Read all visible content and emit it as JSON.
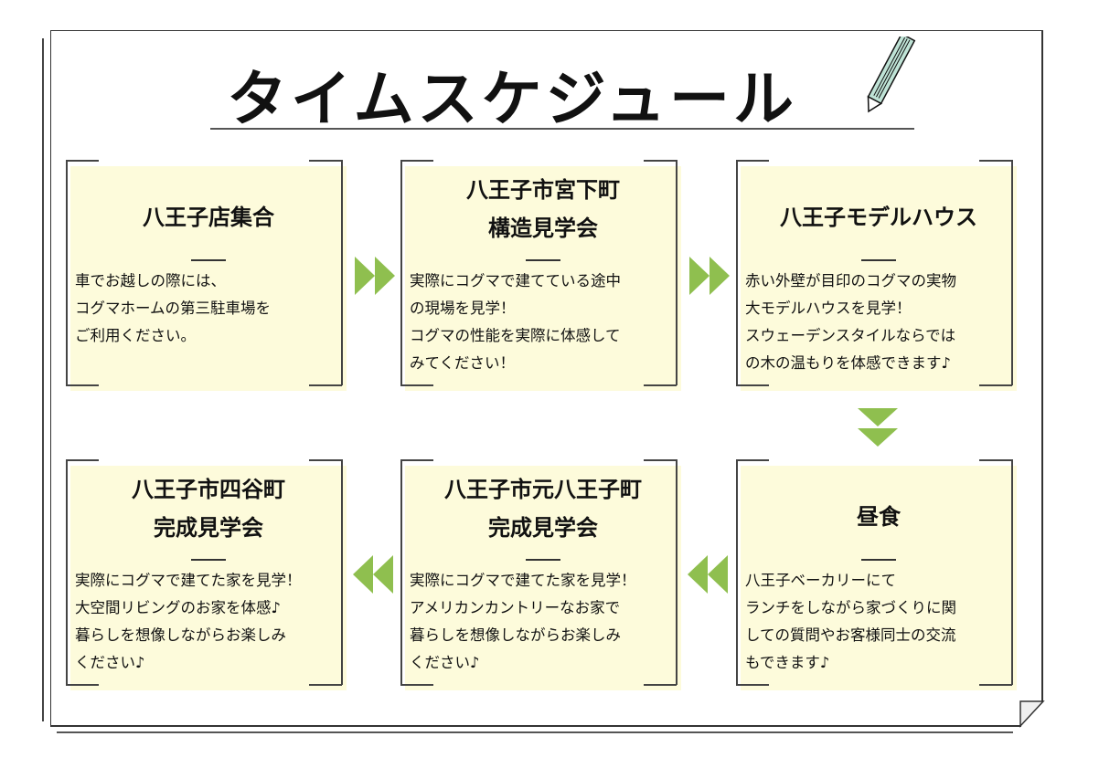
{
  "title": "タイムスケジュール",
  "colors": {
    "card": "#fdfbdb",
    "arrow": "#8fbf4f",
    "pencil": "#bfe3d6"
  },
  "steps": [
    {
      "heading": [
        "八王子店集合"
      ],
      "body": "車でお越しの際には、\nコグマホームの第三駐車場を\nご利用ください。"
    },
    {
      "heading": [
        "八王子市宮下町",
        "構造見学会"
      ],
      "body": "実際にコグマで建てている途中\nの現場を見学！\nコグマの性能を実際に体感して\nみてください！"
    },
    {
      "heading": [
        "八王子モデルハウス"
      ],
      "body": "赤い外壁が目印のコグマの実物\n大モデルハウスを見学！\nスウェーデンスタイルならでは\nの木の温もりを体感できます♪"
    },
    {
      "heading": [
        "昼食"
      ],
      "body": "八王子ベーカリーにて\nランチをしながら家づくりに関\nしての質問やお客様同士の交流\nもできます♪"
    },
    {
      "heading": [
        "八王子市元八王子町",
        "完成見学会"
      ],
      "body": "実際にコグマで建てた家を見学！\nアメリカンカントリーなお家で\n暮らしを想像しながらお楽しみ\nください♪"
    },
    {
      "heading": [
        "八王子市四谷町",
        "完成見学会"
      ],
      "body": "実際にコグマで建てた家を見学！\n大空間リビングのお家を体感♪\n暮らしを想像しながらお楽しみ\nください♪"
    }
  ]
}
